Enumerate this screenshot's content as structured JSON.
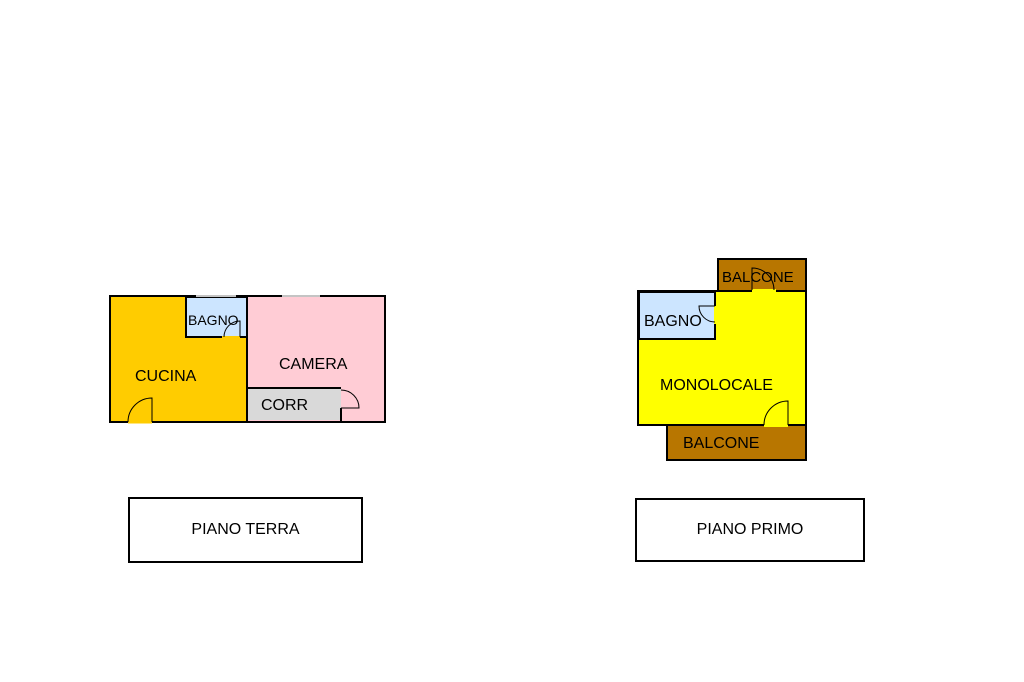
{
  "ground_floor": {
    "rooms": {
      "cucina": "CUCINA",
      "bagno": "BAGNO",
      "camera": "CAMERA",
      "corr": "CORR"
    },
    "caption": "PIANO TERRA"
  },
  "first_floor": {
    "rooms": {
      "balcone_top": "BALCONE",
      "bagno": "BAGNO",
      "monolocale": "MONOLOCALE",
      "balcone_bottom": "BALCONE"
    },
    "caption": "PIANO PRIMO"
  },
  "colors": {
    "cucina": "#ffcc00",
    "bagno": "#cce5ff",
    "camera": "#ffccd5",
    "corr": "#d9d9d9",
    "monolocale": "#ffff00",
    "balcone": "#b87600"
  }
}
